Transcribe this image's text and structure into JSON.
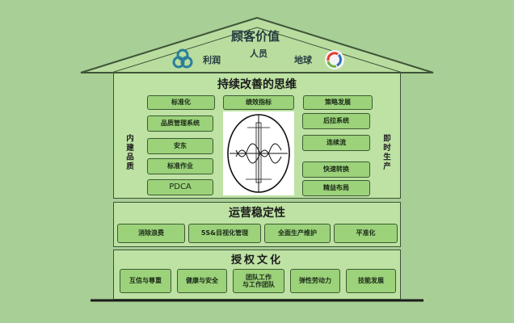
{
  "roof": {
    "title": "顾客价值",
    "left_label": "利润",
    "center_label": "人员",
    "right_label": "地球"
  },
  "thinking": {
    "title": "持续改善的思维",
    "top_row": [
      "标准化",
      "绩效指标",
      "策略发展"
    ],
    "left_column_label": "内建品质",
    "right_column_label": "即时生产",
    "left_items": [
      "品质管理系统",
      "安东",
      "标准作业",
      "PDCA"
    ],
    "right_items": [
      "后拉系统",
      "连续流",
      "快速转换",
      "精益布局"
    ]
  },
  "stability": {
    "title": "运营稳定性",
    "items": [
      "消除浪费",
      "5S&目视化管理",
      "全面生产维护",
      "平准化"
    ]
  },
  "culture": {
    "title": "授权文化",
    "items": [
      "互信与尊重",
      "健康与安全",
      "团队工作\n与工作团队",
      "弹性劳动力",
      "技能发展"
    ]
  },
  "colors": {
    "background": "#a8cf96",
    "house_fill": "#bfe0a6",
    "box_fill": "#9bd27a",
    "outline": "#3d5a33"
  },
  "icons": [
    "recycle-logo-icon",
    "cycle-arrows-icon"
  ]
}
